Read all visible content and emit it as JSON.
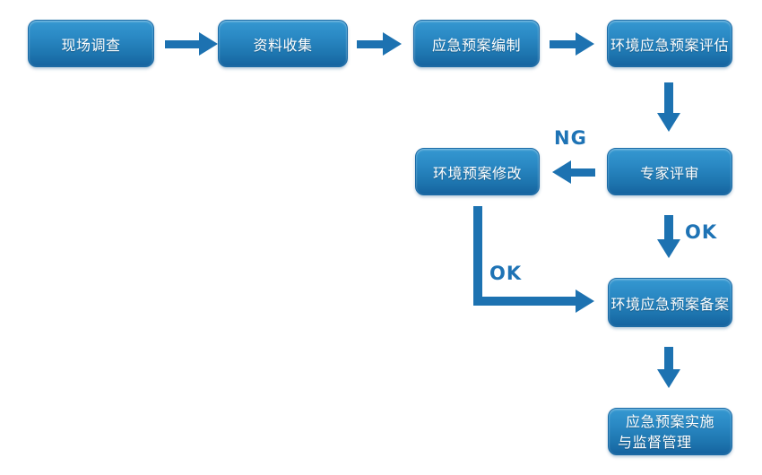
{
  "diagram": {
    "type": "flowchart",
    "nodes": [
      {
        "id": "site-survey",
        "label": "现场调查"
      },
      {
        "id": "data-collection",
        "label": "资料收集"
      },
      {
        "id": "plan-compilation",
        "label": "应急预案编制"
      },
      {
        "id": "plan-evaluation",
        "label": "环境应急预案评估"
      },
      {
        "id": "plan-revision",
        "label": "环境预案修改"
      },
      {
        "id": "expert-review",
        "label": "专家评审"
      },
      {
        "id": "plan-filing",
        "label": "环境应急预案备案"
      },
      {
        "id": "implementation",
        "lines": [
          "应急预案实施",
          "与监督管理"
        ]
      }
    ],
    "edges": [
      {
        "from": "site-survey",
        "to": "data-collection",
        "label": ""
      },
      {
        "from": "data-collection",
        "to": "plan-compilation",
        "label": ""
      },
      {
        "from": "plan-compilation",
        "to": "plan-evaluation",
        "label": ""
      },
      {
        "from": "plan-evaluation",
        "to": "expert-review",
        "label": ""
      },
      {
        "from": "expert-review",
        "to": "plan-revision",
        "label": "NG"
      },
      {
        "from": "expert-review",
        "to": "plan-filing",
        "label": "OK"
      },
      {
        "from": "plan-revision",
        "to": "plan-filing",
        "label": "OK"
      },
      {
        "from": "plan-filing",
        "to": "implementation",
        "label": ""
      }
    ],
    "colors": {
      "node_gradient_top": "#3598d1",
      "node_gradient_bottom": "#15639f",
      "node_border": "#1b6ba6",
      "node_text": "#ffffff",
      "arrow": "#1d72b1",
      "edge_label_text": "#1e73b5",
      "background": "#ffffff"
    }
  }
}
